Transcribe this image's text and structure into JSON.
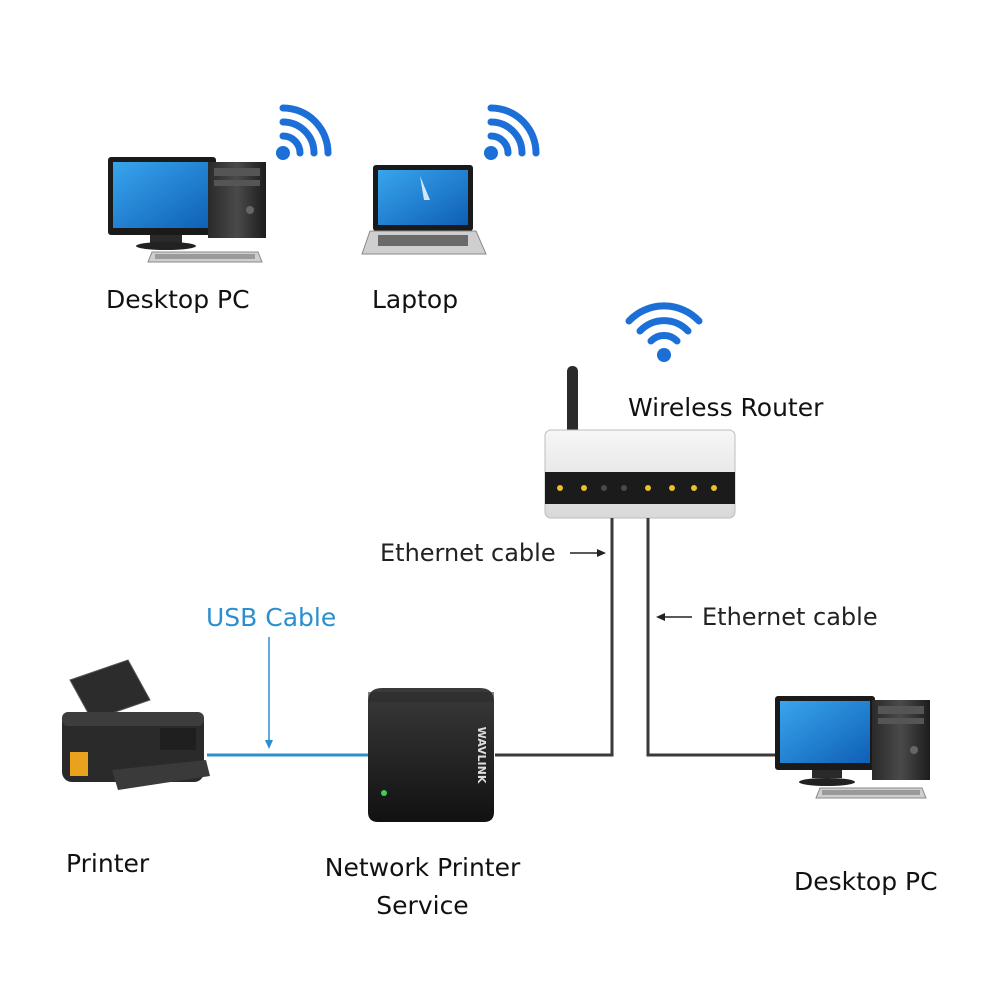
{
  "labels": {
    "desktop_top": "Desktop PC",
    "laptop": "Laptop",
    "router": "Wireless Router",
    "ethernet_left": "Ethernet cable",
    "ethernet_right": "Ethernet cable",
    "usb": "USB Cable",
    "printer": "Printer",
    "nps_line1": "Network Printer",
    "nps_line2": "Service",
    "desktop_bottom": "Desktop PC"
  },
  "nps_brand": "WAVLINK",
  "colors": {
    "wifi": "#1d6fd8",
    "usb": "#2b8fcf",
    "cable": "#3a3a3a",
    "screen": "#1e7fd0"
  },
  "icons": [
    "wifi-icon",
    "desktop-pc-icon",
    "laptop-icon",
    "router-icon",
    "printer-icon",
    "print-server-icon"
  ]
}
